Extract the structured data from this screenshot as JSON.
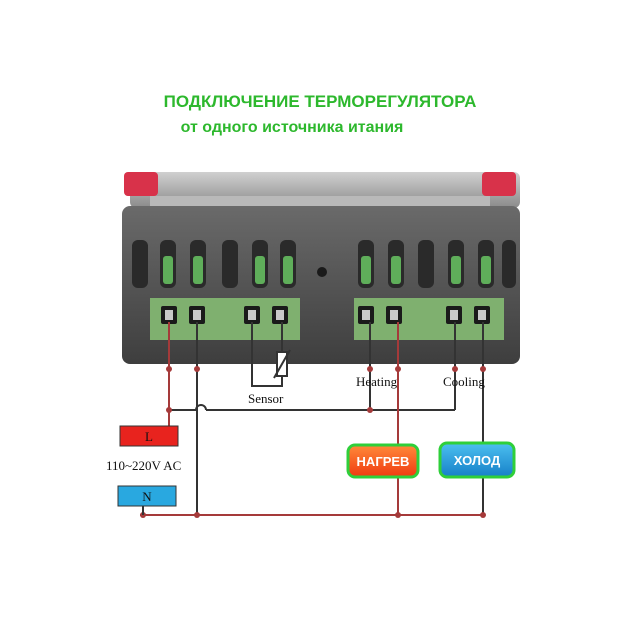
{
  "title_line1": "ПОДКЛЮЧЕНИЕ ТЕРМОРЕГУЛЯТОРА",
  "title_line2": "от одного источника итания",
  "labels": {
    "sensor": "Sensor",
    "heating": "Heating",
    "cooling": "Cooling",
    "voltage": "110~220V AC",
    "live": "L",
    "neutral": "N"
  },
  "tags": {
    "heat": "НАГРЕВ",
    "cold": "ХОЛОД"
  },
  "colors": {
    "title_green": "#2db82d",
    "live_red": "#e8231e",
    "neutral_blue": "#29a8e0",
    "wire_dark": "#333333",
    "wire_red": "#a53a3a",
    "heat_orange": "#ff5a1f",
    "cold_blue": "#1fa0e0",
    "tag_border": "#2fcf3a"
  }
}
